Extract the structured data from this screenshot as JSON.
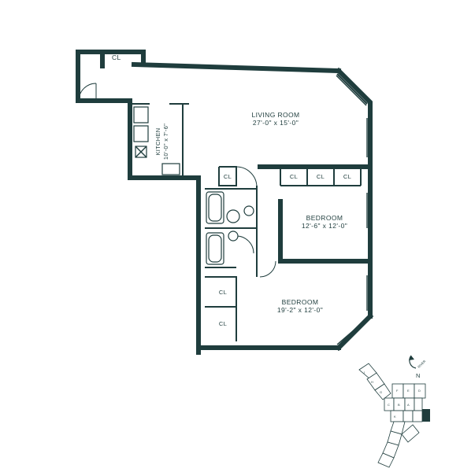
{
  "rooms": {
    "living": {
      "name": "LIVING ROOM",
      "size": "27'-0\" x 15'-0\""
    },
    "kitchen": {
      "name": "KITCHEN",
      "size": "10'-0\" x 7'-6\""
    },
    "bedroom1": {
      "name": "BEDROOM",
      "size": "12'-6\" x 12'-0\""
    },
    "bedroom2": {
      "name": "BEDROOM",
      "size": "19'-2\" x 12'-0\""
    }
  },
  "closets": {
    "foyer": "CL",
    "hall": "CL",
    "bed1_a": "CL",
    "bed1_b": "CL",
    "bed1_c": "CL",
    "bed2_a": "CL",
    "bed2_b": "CL"
  },
  "key_plan": {
    "north_label": "N",
    "river_label": "RIVER",
    "unit_labels": [
      "J",
      "H",
      "G",
      "F",
      "E",
      "D",
      "C",
      "B",
      "A",
      "K"
    ]
  }
}
